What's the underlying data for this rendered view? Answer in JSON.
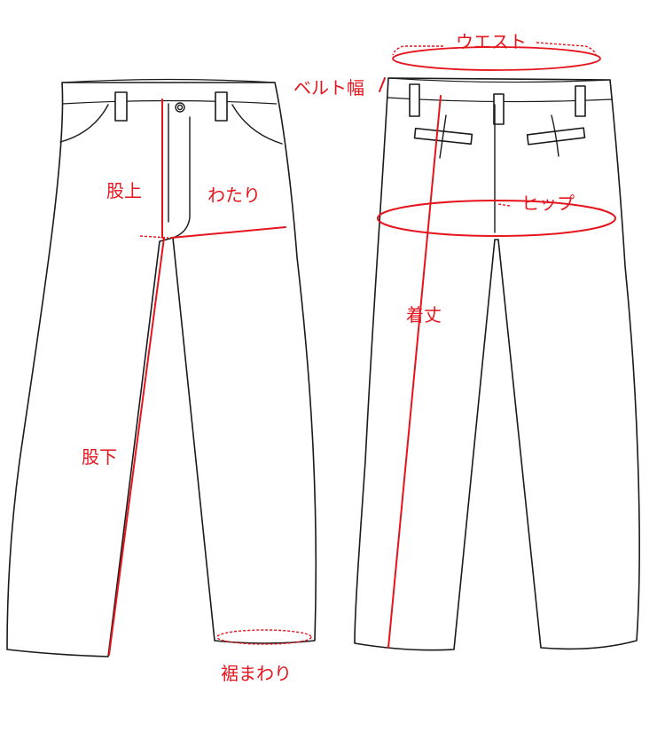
{
  "labels": {
    "rise": "股上",
    "thigh": "わたり",
    "inseam": "股下",
    "hem": "裾まわり",
    "waist": "ウエスト",
    "belt_width": "ベルト幅",
    "hip": "ヒップ",
    "length": "着丈"
  },
  "colors": {
    "measure": "#e5141d",
    "outline": "#1a1a1a",
    "background": "#ffffff"
  }
}
